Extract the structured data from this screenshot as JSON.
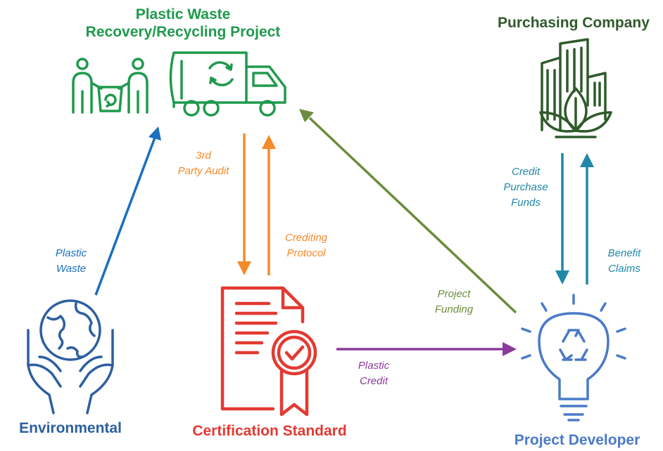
{
  "colors": {
    "recycling": "#1f9a4c",
    "purchasing": "#2f5a2a",
    "environmental": "#2c5fa0",
    "certification": "#e33a32",
    "developer": "#4a7ac8",
    "blue_arrow": "#1b6fbd",
    "orange_arrow": "#f58a2a",
    "olive_arrow": "#6b8c3c",
    "teal_arrow": "#1f88a8",
    "purple_arrow": "#8a3a9b"
  },
  "nodes": {
    "recycling": {
      "title_line1": "Plastic Waste",
      "title_line2": "Recovery/Recycling Project",
      "icons": [
        "people-carrying-bin-icon",
        "recycling-truck-icon"
      ]
    },
    "purchasing": {
      "title": "Purchasing Company",
      "icon": "city-buildings-leaves-icon"
    },
    "environmental": {
      "title": "Environmental",
      "icon": "globe-in-hands-icon"
    },
    "certification": {
      "title": "Certification Standard",
      "icon": "certificate-document-icon"
    },
    "developer": {
      "title": "Project Developer",
      "icon": "lightbulb-recycle-icon"
    }
  },
  "flows": {
    "plastic_waste": {
      "line1": "Plastic",
      "line2": "Waste"
    },
    "third_party_audit": {
      "line1": "3rd",
      "line2": "Party Audit"
    },
    "crediting_protocol": {
      "line1": "Crediting",
      "line2": "Protocol"
    },
    "project_funding": {
      "line1": "Project",
      "line2": "Funding"
    },
    "credit_purchase_funds": {
      "line1": "Credit",
      "line2": "Purchase",
      "line3": "Funds"
    },
    "benefit_claims": {
      "line1": "Benefit",
      "line2": "Claims"
    },
    "plastic_credit": {
      "line1": "Plastic",
      "line2": "Credit"
    }
  }
}
